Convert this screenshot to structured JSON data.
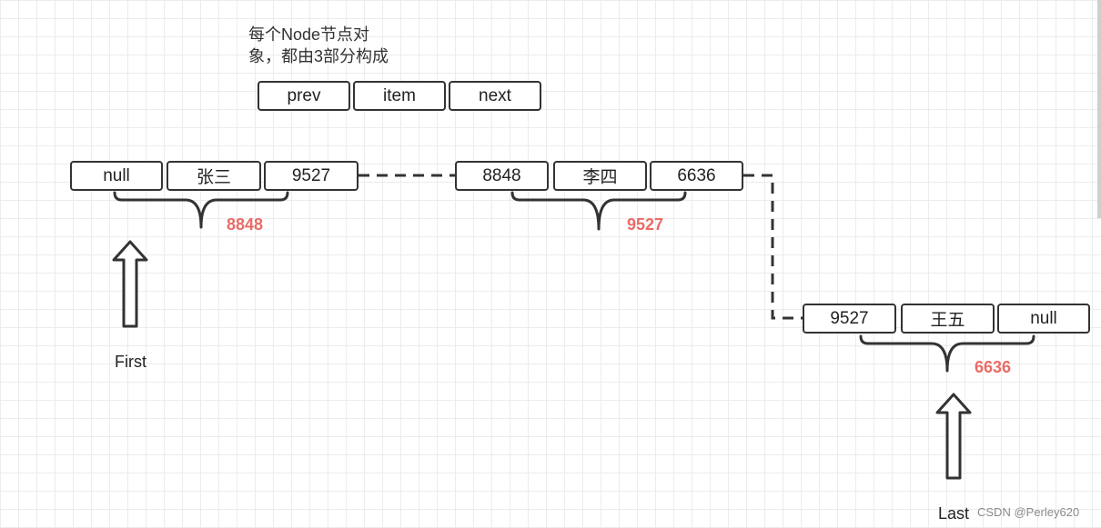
{
  "caption": {
    "line1": "每个Node节点对",
    "line2": "象，都由3部分构成"
  },
  "legend": {
    "fields": [
      "prev",
      "item",
      "next"
    ]
  },
  "nodes": [
    {
      "prev": "null",
      "item": "张三",
      "next": "9527",
      "address": "8848"
    },
    {
      "prev": "8848",
      "item": "李四",
      "next": "6636",
      "address": "9527"
    },
    {
      "prev": "9527",
      "item": "王五",
      "next": "null",
      "address": "6636"
    }
  ],
  "pointers": {
    "first": "First",
    "last": "Last"
  },
  "watermark": "CSDN @Perley620",
  "colors": {
    "address": "#ea6b66",
    "stroke": "#333333"
  }
}
